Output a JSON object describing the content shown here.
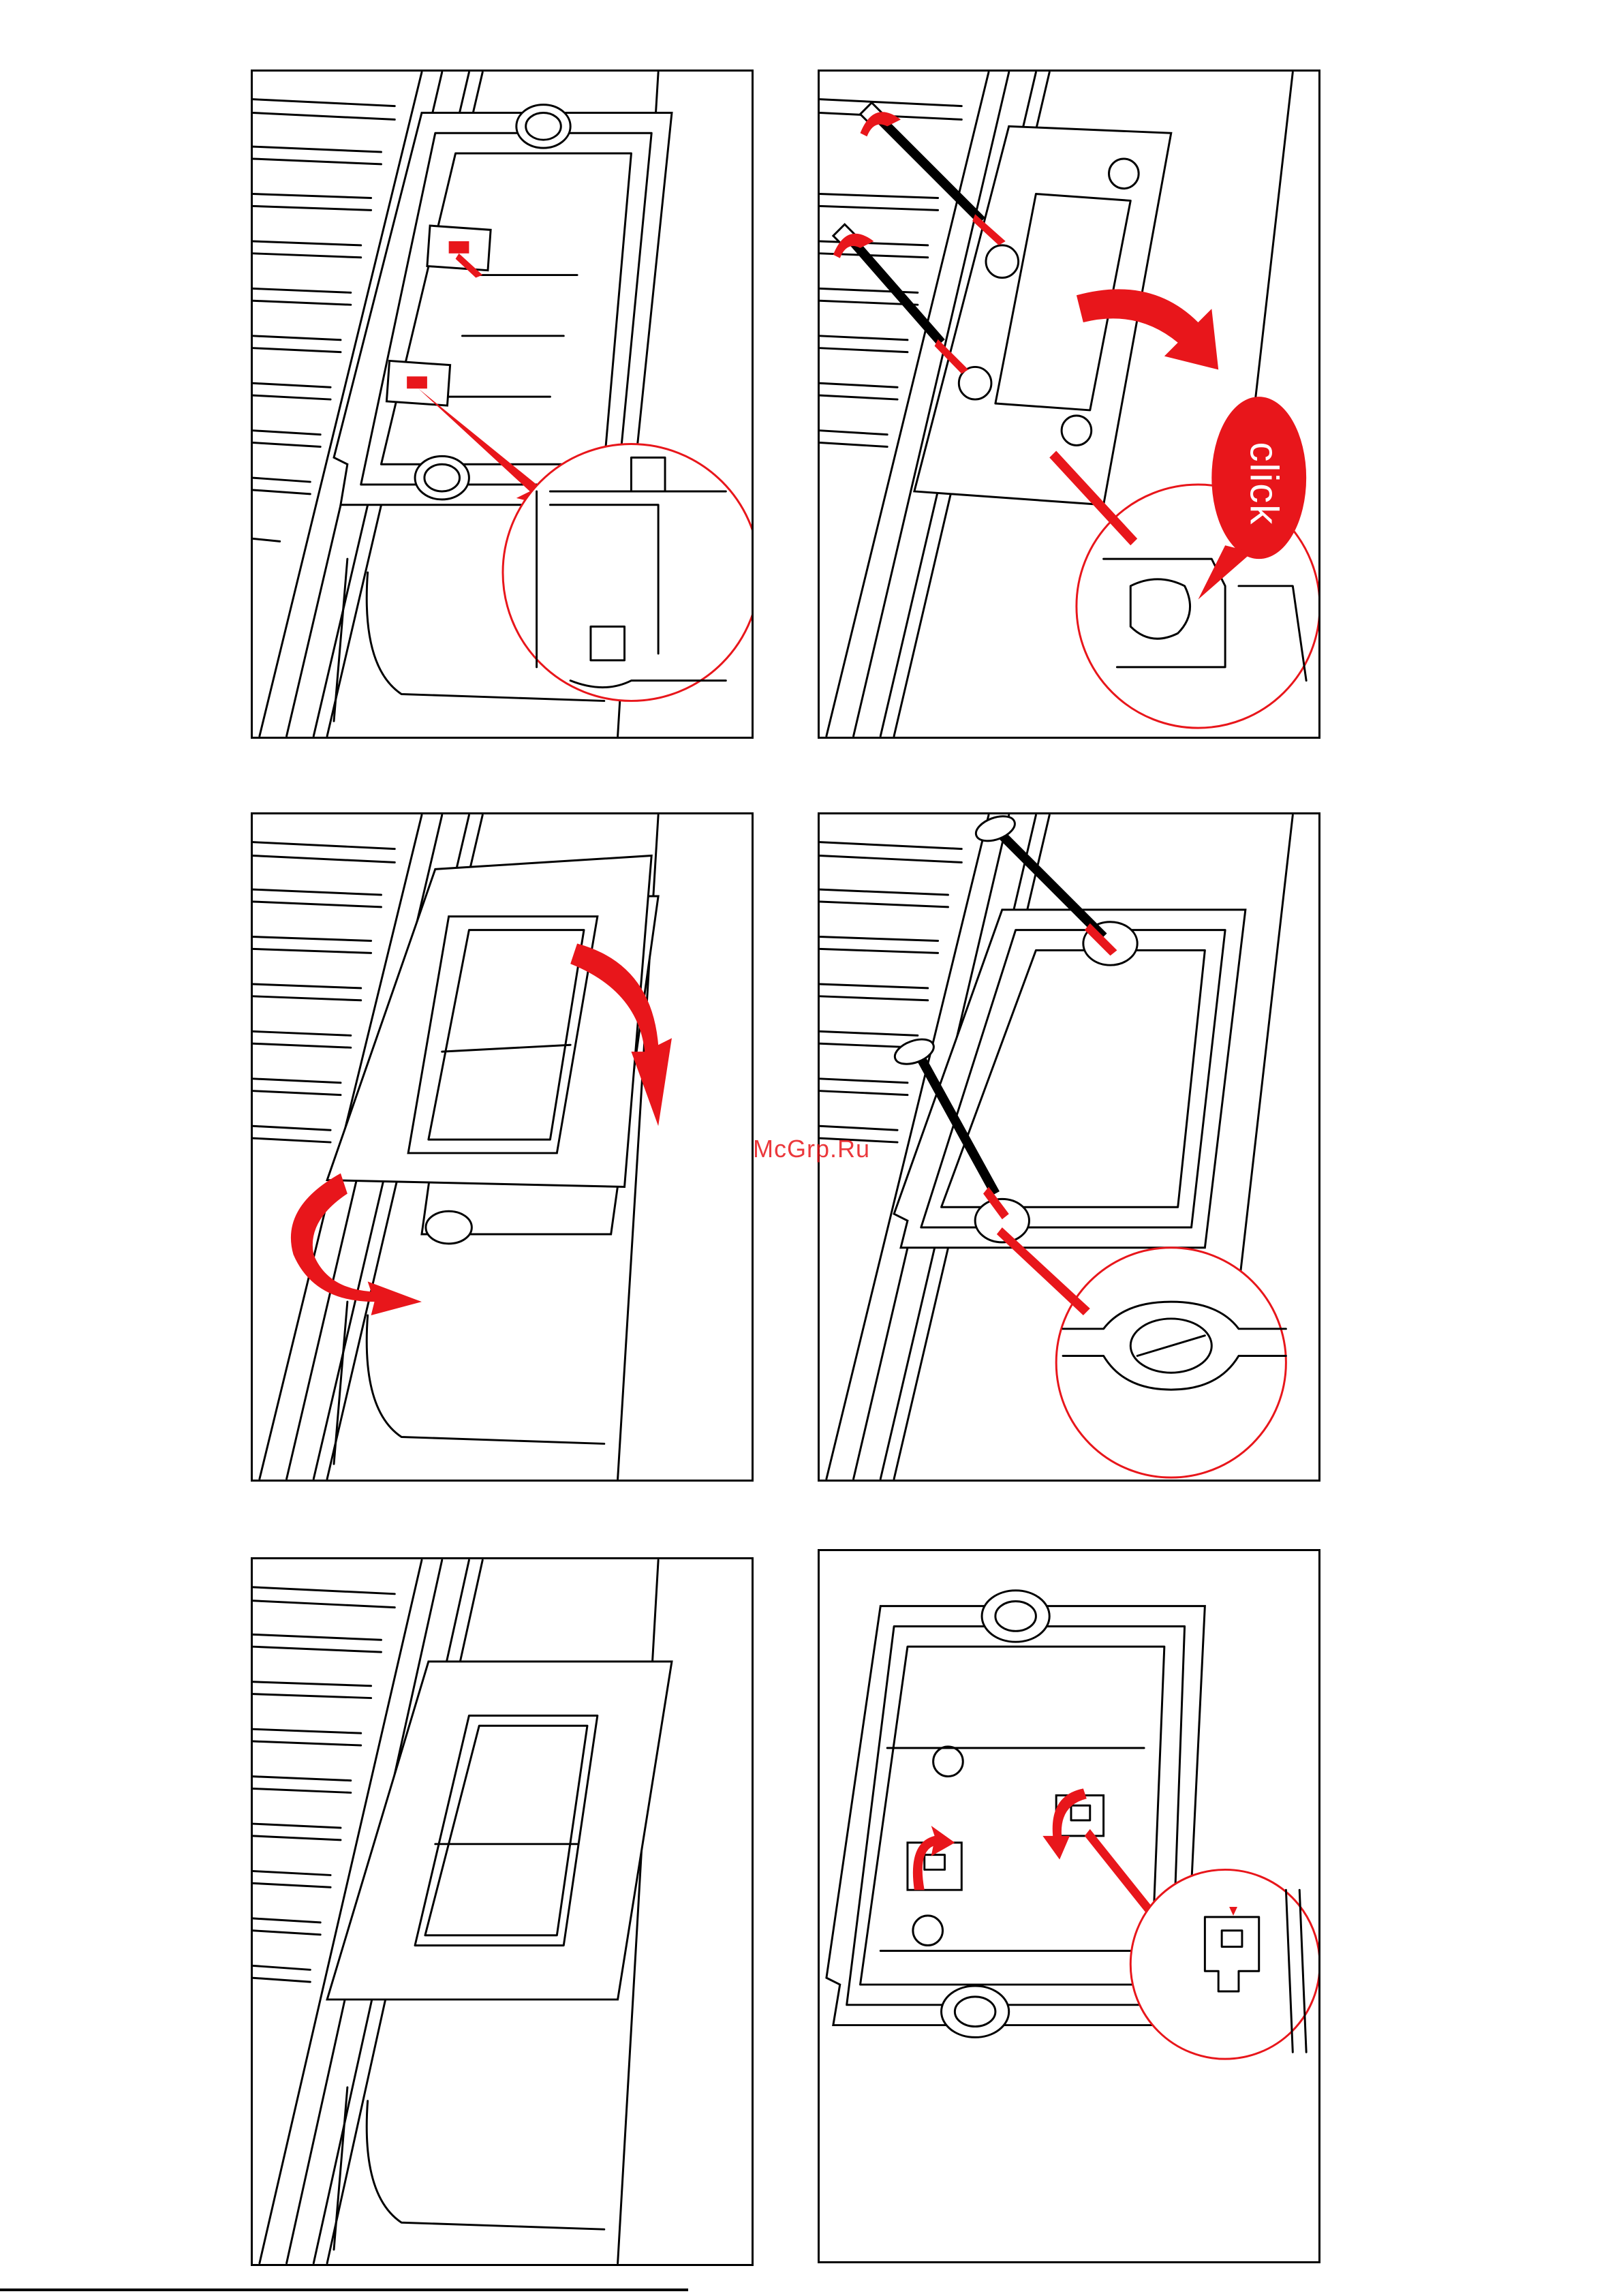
{
  "document": {
    "watermark_text": "McGrp.Ru",
    "click_label": "click",
    "accent_color": "#e8161b",
    "line_color": "#000000"
  },
  "figures": [
    {
      "id": "step-1",
      "icon": "mounting-frame-clip-icon"
    },
    {
      "id": "step-2",
      "icon": "screws-click-icon"
    },
    {
      "id": "step-3",
      "icon": "cover-removal-icon"
    },
    {
      "id": "step-4",
      "icon": "frame-screws-icon"
    },
    {
      "id": "step-5",
      "icon": "finished-cover-icon"
    },
    {
      "id": "step-6",
      "icon": "frame-clip-adjust-icon"
    }
  ]
}
